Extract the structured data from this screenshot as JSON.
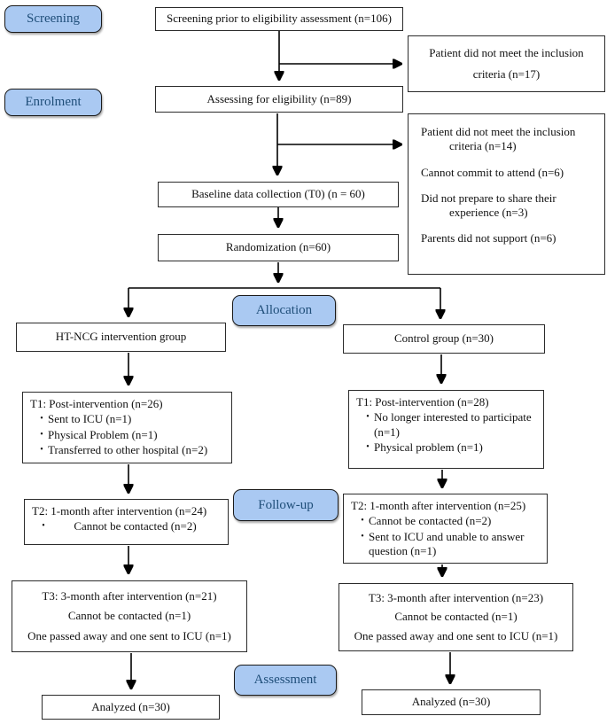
{
  "stages": {
    "screening": "Screening",
    "enrolment": "Enrolment",
    "allocation": "Allocation",
    "followup": "Follow-up",
    "assessment": "Assessment"
  },
  "bullet_char": "•",
  "boxes": {
    "screening": "Screening prior to eligibility assessment (n=106)",
    "excl1": [
      "Patient did not meet the inclusion",
      "criteria (n=17)"
    ],
    "assessing": "Assessing for eligibility (n=89)",
    "excl2": [
      [
        "Patient did not meet the inclusion",
        "criteria (n=14)"
      ],
      [
        "Cannot commit to attend (n=6)",
        ""
      ],
      [
        "Did not prepare to share their",
        "experience (n=3)"
      ],
      [
        "Parents did not support (n=6)",
        ""
      ]
    ],
    "baseline": "Baseline data collection (T0) (n = 60)",
    "randomization": "Randomization (n=60)",
    "left_group": "HT-NCG intervention group",
    "right_group": "Control group (n=30)",
    "left_t1": {
      "title": "T1: Post-intervention (n=26)",
      "bullets": [
        "Sent to ICU (n=1)",
        "Physical Problem (n=1)",
        "Transferred to other hospital (n=2)"
      ]
    },
    "right_t1": {
      "title": "T1: Post-intervention (n=28)",
      "bullets": [
        "No longer interested to participate (n=1)",
        "Physical problem (n=1)"
      ]
    },
    "left_t2": {
      "title": "T2: 1-month after intervention (n=24)",
      "bullets": [
        "Cannot be contacted (n=2)"
      ]
    },
    "right_t2": {
      "title": "T2: 1-month after intervention (n=25)",
      "bullets": [
        "Cannot be contacted (n=2)",
        "Sent to ICU and unable to answer question (n=1)"
      ]
    },
    "left_t3": [
      "T3: 3-month after intervention (n=21)",
      "Cannot be contacted (n=1)",
      "One passed away and one sent to ICU (n=1)"
    ],
    "right_t3": [
      "T3: 3-month after intervention (n=23)",
      "Cannot be contacted (n=1)",
      "One passed away and one sent to ICU (n=1)"
    ],
    "left_analyzed": "Analyzed (n=30)",
    "right_analyzed": "Analyzed (n=30)"
  },
  "colors": {
    "stage_fill": "#aac9f2",
    "stage_border": "#1a1a1a",
    "stage_text": "#1f4e79",
    "box_border": "#2b2b2b",
    "box_fill": "#ffffff",
    "arrow": "#000000",
    "background": "#ffffff"
  }
}
